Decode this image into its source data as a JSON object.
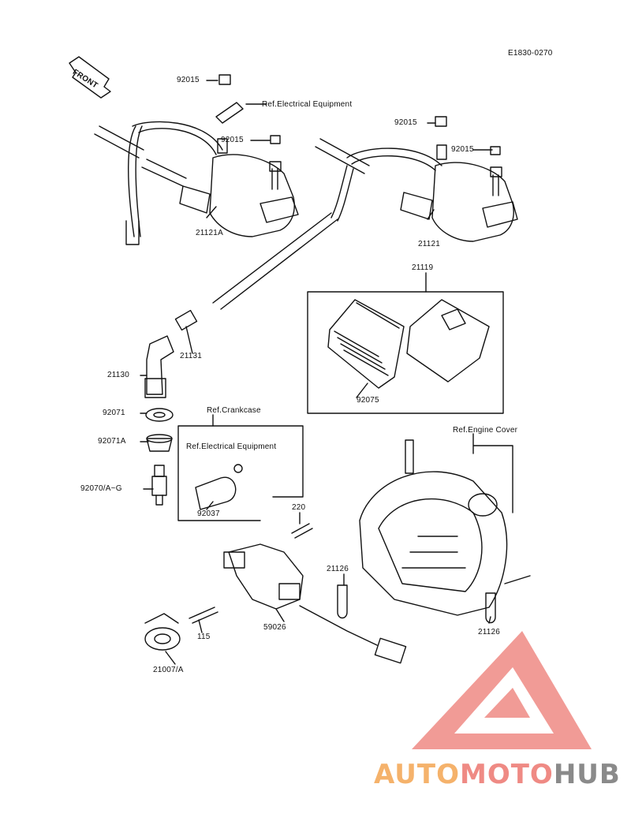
{
  "diagram_code": "E1830-0270",
  "front_marker": "FRONT",
  "parts": {
    "nut_top": "92015",
    "nut_left_coil": "92015",
    "nut_right_a": "92015",
    "nut_right_b": "92015",
    "coil_left": "21121A",
    "coil_right": "21121",
    "igniter_assy": "21119",
    "igniter_rubber": "92075",
    "plug_cap_end": "21131",
    "plug_cap": "21130",
    "seal_a": "92071",
    "seal_b": "92071A",
    "spark_plug": "92070/A~G",
    "clamp": "92037",
    "bolt_220": "220",
    "clamp_left": "21126",
    "clamp_right": "21126",
    "pickup": "59026",
    "bolt_115": "115",
    "rotor": "21007/A"
  },
  "references": {
    "electrical_top": "Ref.Electrical Equipment",
    "crankcase": "Ref.Crankcase",
    "electrical_inner": "Ref.Electrical Equipment",
    "engine_cover": "Ref.Engine Cover"
  },
  "watermark": {
    "part1": "AUTO",
    "part2": "MOTO",
    "part3": "HUB",
    "color_orange": "#f5b26b",
    "color_red": "#ef8a84",
    "color_gray": "#8a8a8a"
  }
}
